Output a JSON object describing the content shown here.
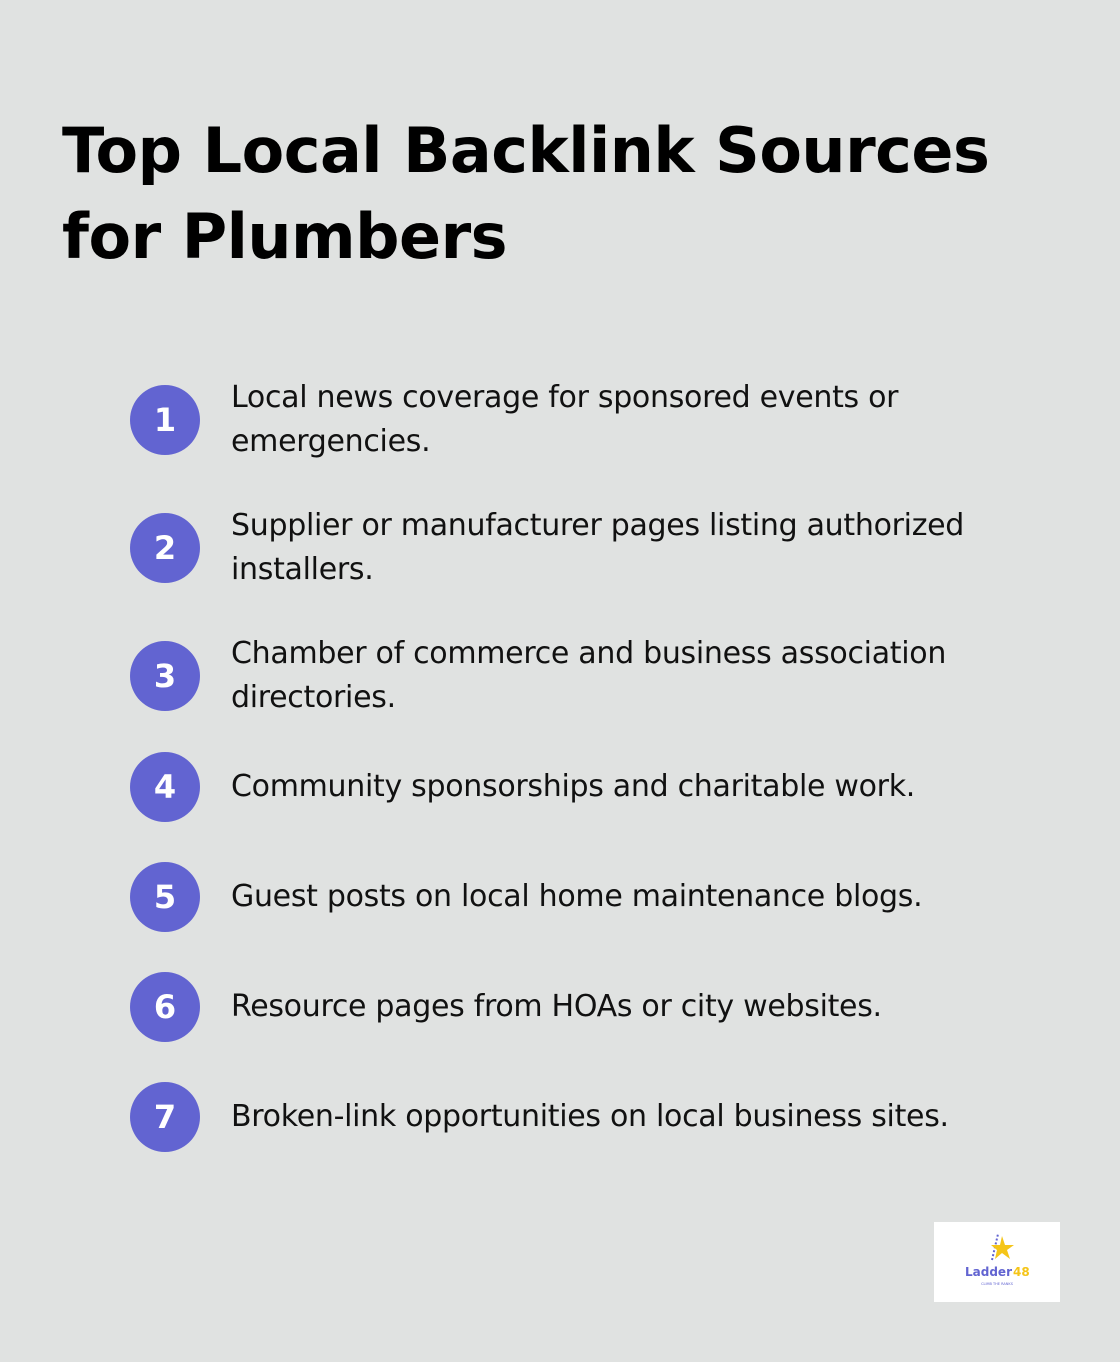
{
  "title": "Top Local Backlink Sources for Plumbers",
  "accent": "#6264d1",
  "items": [
    {
      "number": "1",
      "text": "Local news coverage for sponsored events or emergencies."
    },
    {
      "number": "2",
      "text": "Supplier or manufacturer pages listing authorized installers."
    },
    {
      "number": "3",
      "text": "Chamber of commerce and business association directories."
    },
    {
      "number": "4",
      "text": "Community sponsorships and charitable work."
    },
    {
      "number": "5",
      "text": "Guest posts on local home maintenance blogs."
    },
    {
      "number": "6",
      "text": "Resource pages from HOAs or city websites."
    },
    {
      "number": "7",
      "text": "Broken-link opportunities on local business sites."
    }
  ],
  "logo": {
    "name": "Ladder",
    "number": "48",
    "tagline": "CLIMB THE RANKS"
  }
}
